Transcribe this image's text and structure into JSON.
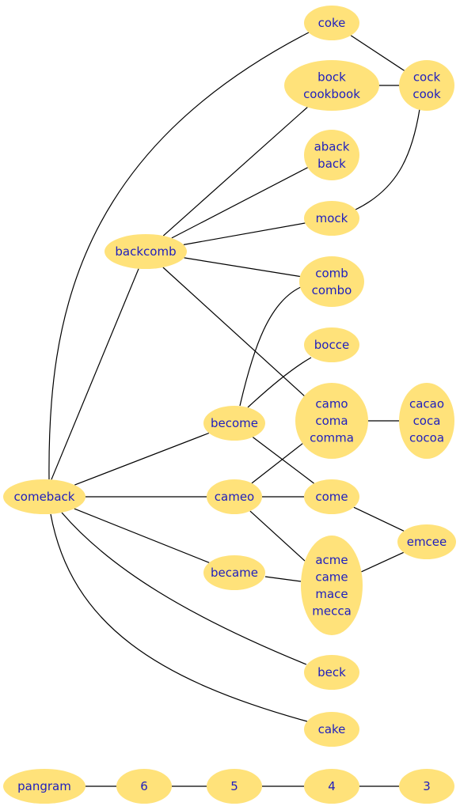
{
  "colors": {
    "node_fill": "#ffe27a",
    "label_color": "#1e1ebe",
    "edge_color": "#000000"
  },
  "nodes": [
    {
      "id": "coke",
      "lines": [
        "coke"
      ]
    },
    {
      "id": "cock",
      "lines": [
        "cock",
        "cook"
      ]
    },
    {
      "id": "bock",
      "lines": [
        "bock",
        "cookbook"
      ]
    },
    {
      "id": "aback",
      "lines": [
        "aback",
        "back"
      ]
    },
    {
      "id": "mock",
      "lines": [
        "mock"
      ]
    },
    {
      "id": "backcomb",
      "lines": [
        "backcomb"
      ]
    },
    {
      "id": "comb",
      "lines": [
        "comb",
        "combo"
      ]
    },
    {
      "id": "bocce",
      "lines": [
        "bocce"
      ]
    },
    {
      "id": "camo",
      "lines": [
        "camo",
        "coma",
        "comma"
      ]
    },
    {
      "id": "cacao",
      "lines": [
        "cacao",
        "coca",
        "cocoa"
      ]
    },
    {
      "id": "become",
      "lines": [
        "become"
      ]
    },
    {
      "id": "comeback",
      "lines": [
        "comeback"
      ]
    },
    {
      "id": "cameo",
      "lines": [
        "cameo"
      ]
    },
    {
      "id": "come",
      "lines": [
        "come"
      ]
    },
    {
      "id": "emcee",
      "lines": [
        "emcee"
      ]
    },
    {
      "id": "became",
      "lines": [
        "became"
      ]
    },
    {
      "id": "acme",
      "lines": [
        "acme",
        "came",
        "mace",
        "mecca"
      ]
    },
    {
      "id": "beck",
      "lines": [
        "beck"
      ]
    },
    {
      "id": "cake",
      "lines": [
        "cake"
      ]
    },
    {
      "id": "pangram",
      "lines": [
        "pangram"
      ]
    },
    {
      "id": "n6",
      "lines": [
        "6"
      ]
    },
    {
      "id": "n5",
      "lines": [
        "5"
      ]
    },
    {
      "id": "n4",
      "lines": [
        "4"
      ]
    },
    {
      "id": "n3",
      "lines": [
        "3"
      ]
    }
  ],
  "edges": [
    [
      "coke",
      "cock"
    ],
    [
      "bock",
      "cock"
    ],
    [
      "mock",
      "cock"
    ],
    [
      "backcomb",
      "bock"
    ],
    [
      "backcomb",
      "aback"
    ],
    [
      "backcomb",
      "mock"
    ],
    [
      "backcomb",
      "comb"
    ],
    [
      "backcomb",
      "camo"
    ],
    [
      "become",
      "comb"
    ],
    [
      "become",
      "bocce"
    ],
    [
      "become",
      "come"
    ],
    [
      "camo",
      "cacao"
    ],
    [
      "comeback",
      "coke"
    ],
    [
      "comeback",
      "backcomb"
    ],
    [
      "comeback",
      "become"
    ],
    [
      "comeback",
      "cameo"
    ],
    [
      "comeback",
      "became"
    ],
    [
      "comeback",
      "beck"
    ],
    [
      "comeback",
      "cake"
    ],
    [
      "cameo",
      "camo"
    ],
    [
      "cameo",
      "come"
    ],
    [
      "cameo",
      "acme"
    ],
    [
      "came",
      "acme"
    ],
    [
      "come",
      "emcee"
    ],
    [
      "acme",
      "emcee"
    ],
    [
      "pangram",
      "n6"
    ],
    [
      "n6",
      "n5"
    ],
    [
      "n5",
      "n4"
    ],
    [
      "n4",
      "n3"
    ]
  ]
}
